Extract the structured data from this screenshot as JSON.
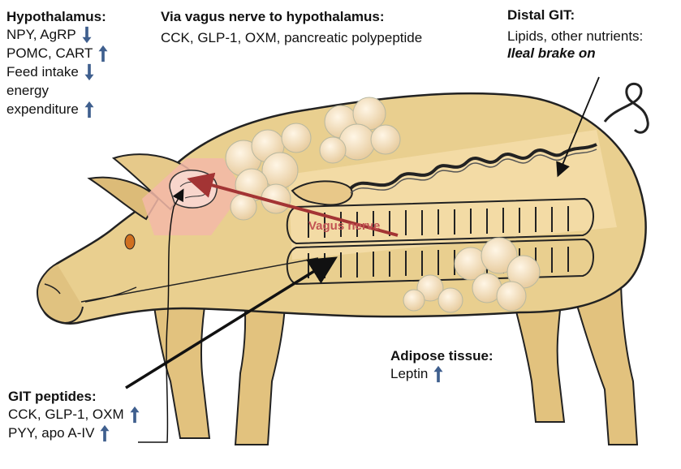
{
  "hypothalamus": {
    "title": "Hypothalamus:",
    "items": [
      {
        "text": "NPY, AgRP",
        "direction": "down"
      },
      {
        "text": "POMC, CART",
        "direction": "up"
      },
      {
        "text": "Feed intake",
        "direction": "down"
      },
      {
        "text": "energy",
        "direction": ""
      },
      {
        "text": "expenditure",
        "direction": "up"
      }
    ]
  },
  "vagus_pathway": {
    "title": "Via vagus nerve to hypothalamus:",
    "text": "CCK, GLP-1, OXM, pancreatic polypeptide"
  },
  "distal_git": {
    "title": "Distal GIT:",
    "line1": "Lipids, other nutrients:",
    "line2": "Ileal brake on"
  },
  "vagus_label": "Vagus nerve",
  "adipose": {
    "title": "Adipose tissue:",
    "items": [
      {
        "text": "Leptin",
        "direction": "up"
      }
    ]
  },
  "git_peptides": {
    "title": "GIT peptides:",
    "items": [
      {
        "text": "CCK, GLP-1, OXM",
        "direction": "up"
      },
      {
        "text": "PYY, apo A-IV",
        "direction": "up"
      }
    ]
  },
  "colors": {
    "pig_body": "#e9cf8f",
    "pig_outline": "#222222",
    "brain_highlight": "#f3b8a8",
    "gut_band": "#f7dfae",
    "fat_cell": "#f1dcb8",
    "vagus": "#b03a3a",
    "indicator_arrow": "#3f5f8e"
  }
}
